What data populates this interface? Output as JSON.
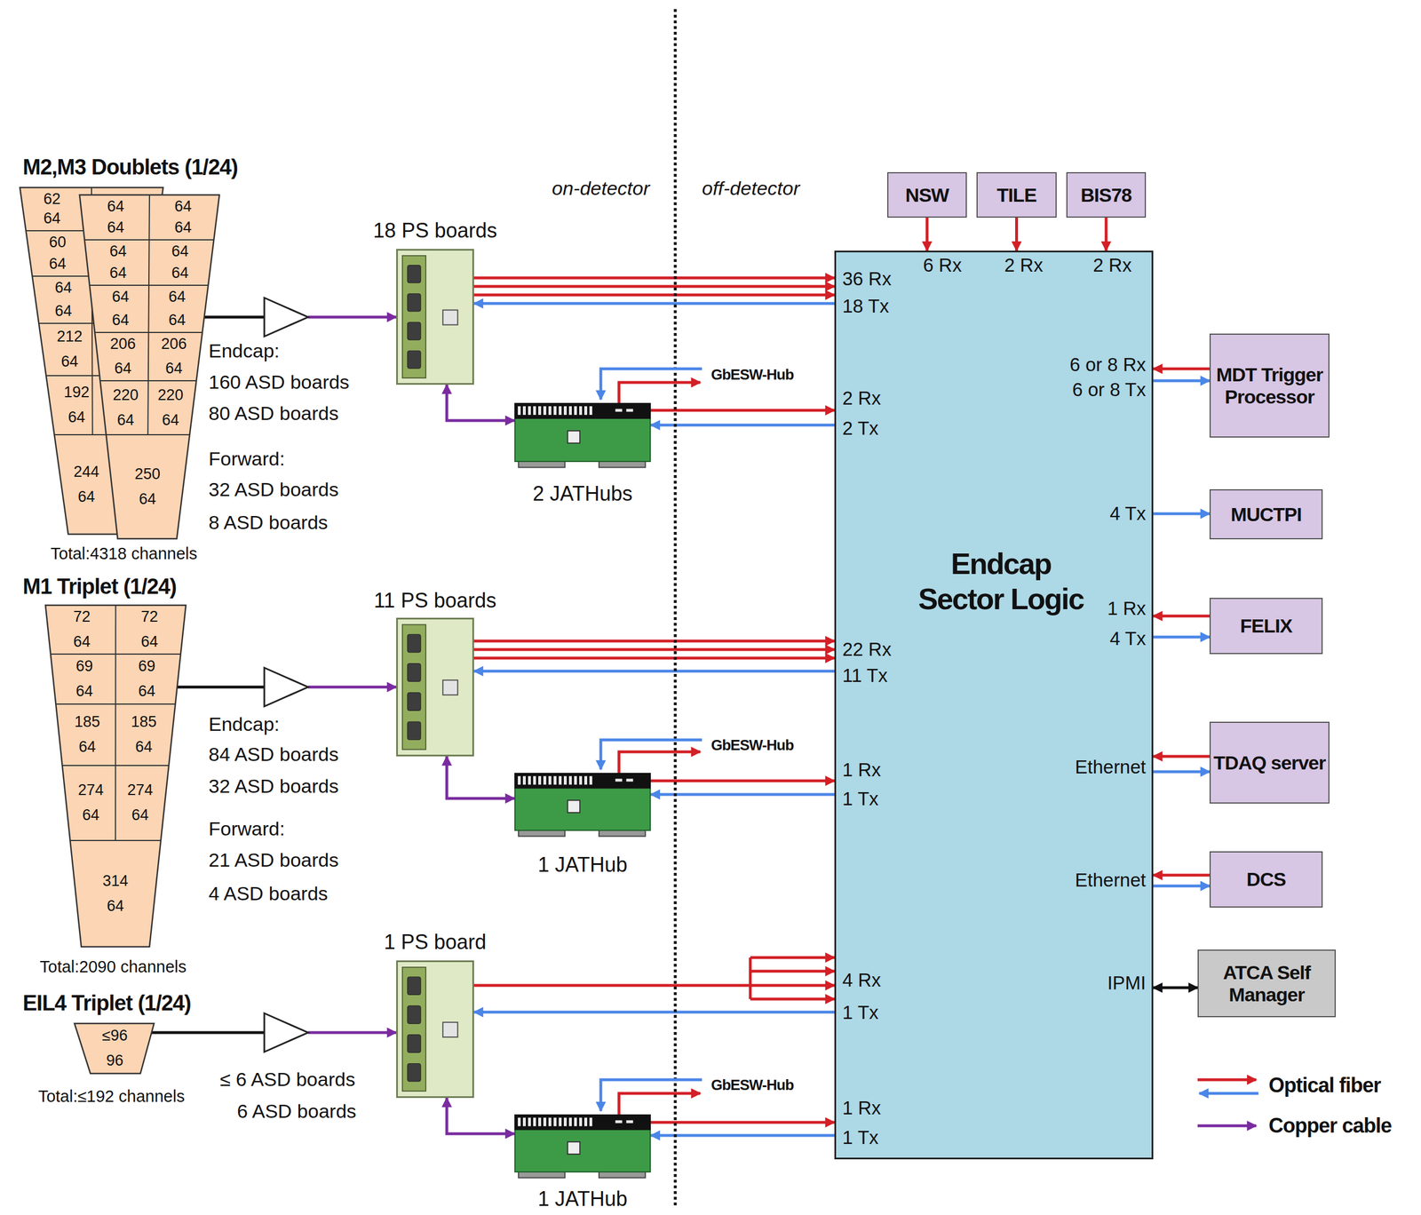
{
  "diagram": {
    "nodes": [
      {
        "text": [
          "M2,M3 Doublets (1/24)"
        ]
      },
      {
        "text": [
          "62",
          "64"
        ],
        "in": 0
      },
      {
        "text": [
          "60",
          "64"
        ],
        "in": 0
      },
      {
        "text": [
          "64",
          "64"
        ],
        "in": 0
      },
      {
        "text": [
          "212",
          "64"
        ],
        "in": 0
      },
      {
        "text": [
          "192",
          "64"
        ],
        "in": 0
      },
      {
        "text": [
          "244",
          "64"
        ],
        "in": 0
      },
      {
        "text": [
          "Total:4318 channels"
        ]
      },
      {
        "text": [
          "64",
          "64"
        ],
        "in": 7
      },
      {
        "text": [
          "64",
          "64"
        ],
        "in": 7
      },
      {
        "text": [
          "64",
          "64"
        ],
        "in": 7
      },
      {
        "text": [
          "64",
          "64"
        ],
        "in": 7
      },
      {
        "text": [
          "64",
          "64"
        ],
        "in": 7
      },
      {
        "text": [
          "64",
          "64"
        ],
        "in": 7
      },
      {
        "text": [
          "206",
          "64"
        ],
        "in": 7
      },
      {
        "text": [
          "206",
          "64"
        ],
        "in": 7
      },
      {
        "text": [
          "220",
          "64"
        ],
        "in": 7
      },
      {
        "text": [
          "220",
          "64"
        ],
        "in": 7
      },
      {
        "text": [
          "250",
          "64"
        ],
        "in": 7
      },
      {
        "text": [
          "M1 Triplet (1/24)",
          "Total:2090 channels"
        ]
      },
      {
        "text": [
          "72",
          "64"
        ],
        "in": 19
      },
      {
        "text": [
          "72",
          "64"
        ],
        "in": 19
      },
      {
        "text": [
          "69",
          "64"
        ],
        "in": 19
      },
      {
        "text": [
          "69",
          "64"
        ],
        "in": 19
      },
      {
        "text": [
          "185",
          "64"
        ],
        "in": 19
      },
      {
        "text": [
          "185",
          "64"
        ],
        "in": 19
      },
      {
        "text": [
          "274",
          "64"
        ],
        "in": 19
      },
      {
        "text": [
          "274",
          "64"
        ],
        "in": 19
      },
      {
        "text": [
          "314",
          "64"
        ],
        "in": 19
      },
      {
        "text": [
          "EIL4 Triplet (1/24)",
          "Total:≤192 channels"
        ]
      },
      {
        "text": [
          "≤96",
          "96"
        ],
        "in": 29
      },
      {
        "text": [
          "18 PS boards"
        ]
      },
      {
        "text": [
          "2 JATHubs"
        ]
      },
      {
        "text": [
          "11 PS boards"
        ]
      },
      {
        "text": [
          "1 JATHub"
        ]
      },
      {
        "text": [
          "1 PS board"
        ]
      },
      {
        "text": [
          "1 JATHub"
        ]
      },
      {
        "text": [
          "NSW"
        ]
      },
      {
        "text": [
          "TILE"
        ]
      },
      {
        "text": [
          "BIS78"
        ]
      },
      {
        "text": [
          "Endcap Sector Logic"
        ]
      },
      {
        "text": [
          "MDT Trigger Processor"
        ]
      },
      {
        "text": [
          "MUCTPI"
        ]
      },
      {
        "text": [
          "FELIX"
        ]
      },
      {
        "text": [
          "TDAQ server"
        ]
      },
      {
        "text": [
          "DCS"
        ]
      },
      {
        "text": [
          "ATCA Self Manager"
        ]
      }
    ],
    "edges": [
      {
        "from": 7,
        "to": 31,
        "arrow": "to"
      },
      {
        "from": 31,
        "to": 32,
        "arrow": "both"
      },
      {
        "from": 31,
        "to": 40,
        "arrow": "to"
      },
      {
        "from": 31,
        "to": 40,
        "arrow": "to"
      },
      {
        "from": 31,
        "to": 40,
        "arrow": "to"
      },
      {
        "from": 40,
        "to": 31,
        "arrow": "to"
      },
      {
        "from": 32,
        "to": 40,
        "arrow": "to"
      },
      {
        "from": 40,
        "to": 32,
        "arrow": "to"
      },
      {
        "from": 19,
        "to": 33,
        "arrow": "to"
      },
      {
        "from": 33,
        "to": 34,
        "arrow": "both"
      },
      {
        "from": 33,
        "to": 40,
        "arrow": "to"
      },
      {
        "from": 33,
        "to": 40,
        "arrow": "to"
      },
      {
        "from": 33,
        "to": 40,
        "arrow": "to"
      },
      {
        "from": 40,
        "to": 33,
        "arrow": "to"
      },
      {
        "from": 34,
        "to": 40,
        "arrow": "to"
      },
      {
        "from": 40,
        "to": 34,
        "arrow": "to"
      },
      {
        "from": 29,
        "to": 35,
        "arrow": "to"
      },
      {
        "from": 35,
        "to": 36,
        "arrow": "both"
      },
      {
        "from": 35,
        "to": 40,
        "arrow": "to"
      },
      {
        "from": 40,
        "to": 35,
        "arrow": "to"
      },
      {
        "from": 36,
        "to": 40,
        "arrow": "to"
      },
      {
        "from": 40,
        "to": 36,
        "arrow": "to"
      },
      {
        "from": 37,
        "to": 40,
        "arrow": "to"
      },
      {
        "from": 38,
        "to": 40,
        "arrow": "to"
      },
      {
        "from": 39,
        "to": 40,
        "arrow": "to"
      },
      {
        "from": 41,
        "to": 40,
        "arrow": "to"
      },
      {
        "from": 40,
        "to": 41,
        "arrow": "to"
      },
      {
        "from": 40,
        "to": 42,
        "arrow": "to"
      },
      {
        "from": 43,
        "to": 40,
        "arrow": "to"
      },
      {
        "from": 40,
        "to": 43,
        "arrow": "to"
      },
      {
        "from": 44,
        "to": 40,
        "arrow": "to"
      },
      {
        "from": 40,
        "to": 44,
        "arrow": "to"
      },
      {
        "from": 45,
        "to": 40,
        "arrow": "to"
      },
      {
        "from": 40,
        "to": 45,
        "arrow": "to"
      },
      {
        "from": 40,
        "to": 46,
        "arrow": "both"
      }
    ],
    "labels": [
      "on-detector",
      "off-detector",
      "Endcap:",
      "160 ASD boards",
      "80 ASD boards",
      "Forward:",
      "32 ASD boards",
      "8 ASD boards",
      "Endcap:",
      "84 ASD boards",
      "32 ASD boards",
      "Forward:",
      "21 ASD boards",
      "4 ASD boards",
      "≤ 6 ASD boards",
      "6 ASD boards",
      "GbESW-Hub",
      "GbESW-Hub",
      "GbESW-Hub",
      "6 Rx",
      "2 Rx",
      "2 Rx",
      "36 Rx",
      "18 Tx",
      "2 Rx",
      "2 Tx",
      "22 Rx",
      "11 Tx",
      "1 Rx",
      "1 Tx",
      "4 Rx",
      "1 Tx",
      "1 Rx",
      "1 Tx",
      "6 or 8 Rx",
      "6 or 8 Tx",
      "4 Tx",
      "1 Rx",
      "4 Tx",
      "Ethernet",
      "Ethernet",
      "IPMI"
    ],
    "legend": [
      {
        "text": "Optical fiber"
      },
      {
        "text": "Copper cable"
      }
    ]
  }
}
